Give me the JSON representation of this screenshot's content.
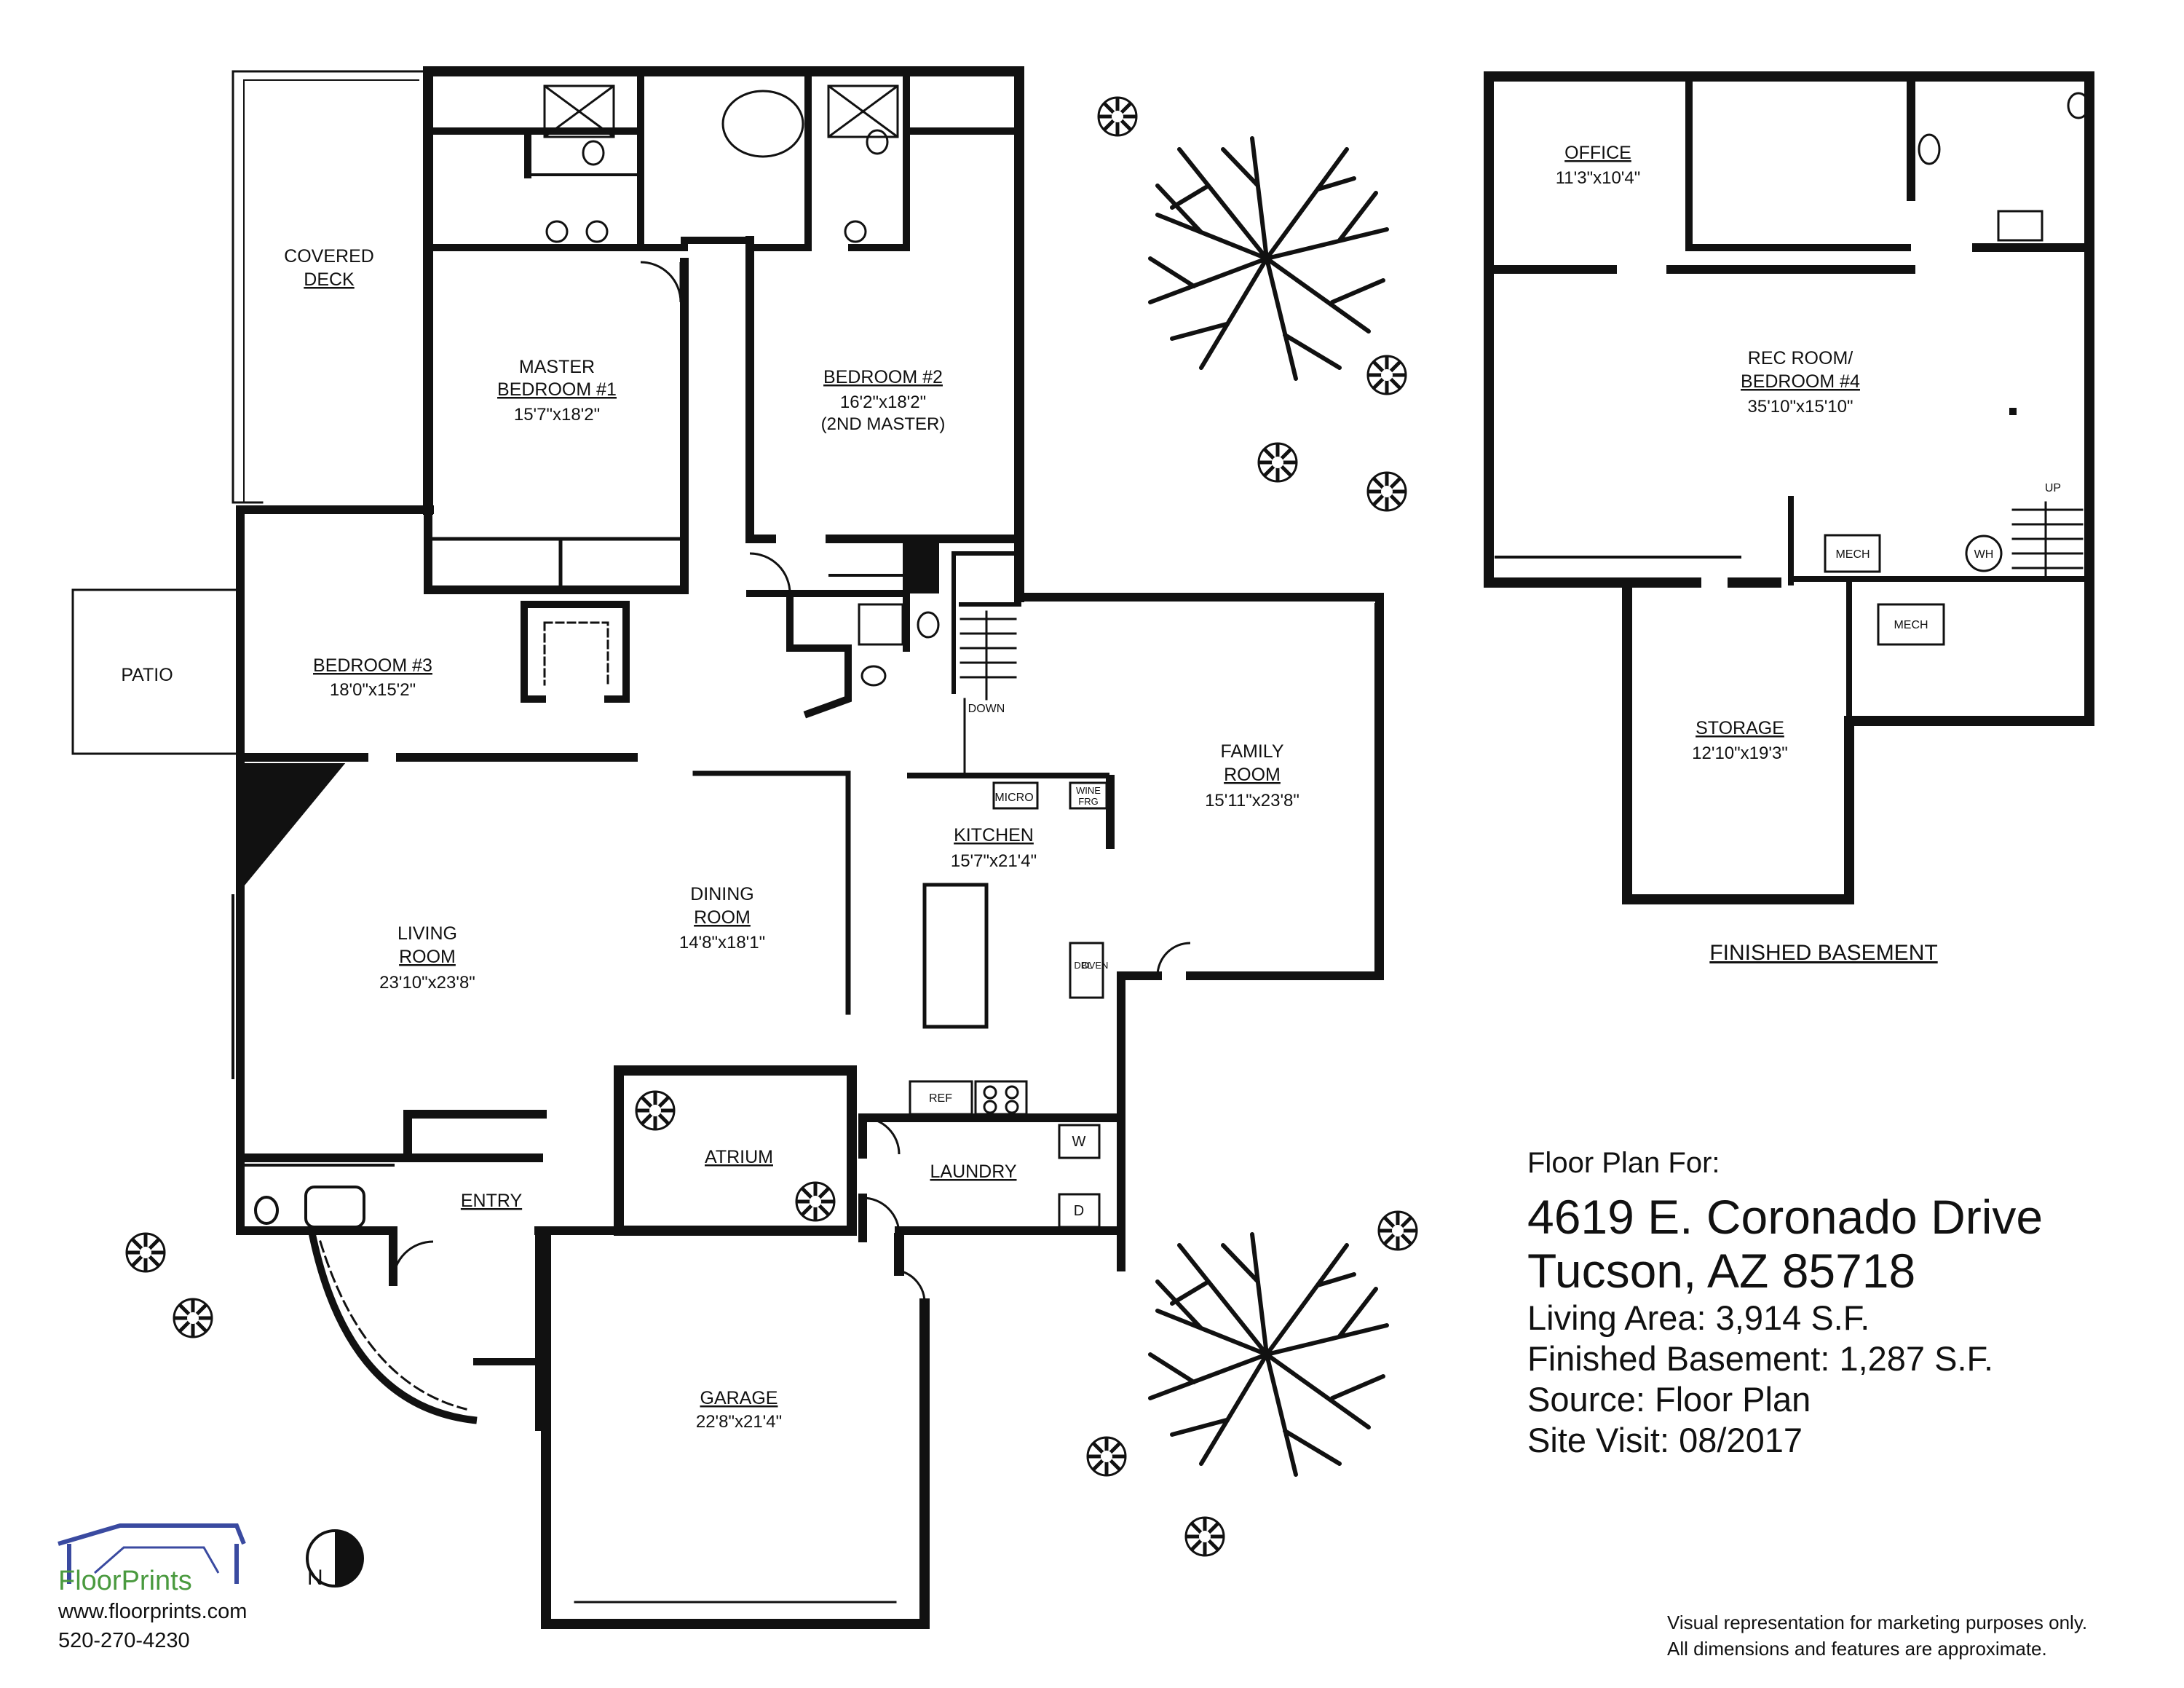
{
  "rooms": {
    "covered_deck": {
      "name1": "COVERED",
      "name2": "DECK"
    },
    "master": {
      "name1": "MASTER",
      "name2": "BEDROOM #1",
      "dims": "15'7\"x18'2\""
    },
    "bedroom2": {
      "name": "BEDROOM #2",
      "dims": "16'2\"x18'2\"",
      "note": "(2ND MASTER)"
    },
    "bedroom3": {
      "name": "BEDROOM #3",
      "dims": "18'0\"x15'2\""
    },
    "patio": {
      "name": "PATIO"
    },
    "living": {
      "name1": "LIVING",
      "name2": "ROOM",
      "dims": "23'10\"x23'8\""
    },
    "dining": {
      "name1": "DINING",
      "name2": "ROOM",
      "dims": "14'8\"x18'1\""
    },
    "kitchen": {
      "name": "KITCHEN",
      "dims": "15'7\"x21'4\""
    },
    "family": {
      "name1": "FAMILY",
      "name2": "ROOM",
      "dims": "15'11\"x23'8\""
    },
    "atrium": {
      "name": "ATRIUM"
    },
    "laundry": {
      "name": "LAUNDRY"
    },
    "entry": {
      "name": "ENTRY"
    },
    "garage": {
      "name": "GARAGE",
      "dims": "22'8\"x21'4\""
    },
    "office": {
      "name": "OFFICE",
      "dims": "11'3\"x10'4\""
    },
    "rec_room": {
      "name1": "REC ROOM/",
      "name2": "BEDROOM #4",
      "dims": "35'10\"x15'10\""
    },
    "storage": {
      "name": "STORAGE",
      "dims": "12'10\"x19'3\""
    }
  },
  "fixtures": {
    "down": "DOWN",
    "up": "UP",
    "micro": "MICRO",
    "wine1": "WINE",
    "wine2": "FRG",
    "dbl1": "DBL",
    "dbl2": "OVEN",
    "ref": "REF",
    "washer": "W",
    "dryer": "D",
    "mech": "MECH",
    "wh": "WH"
  },
  "basement_title": "FINISHED BASEMENT",
  "info": {
    "label": "Floor Plan For:",
    "address1": "4619 E. Coronado Drive",
    "address2": "Tucson, AZ  85718",
    "living_area": "Living Area:  3,914 S.F.",
    "finished_basement": "Finished Basement:  1,287 S.F.",
    "source": "Source:  Floor Plan",
    "site_visit": "Site Visit:  08/2017"
  },
  "disclaimer": {
    "line1": "Visual representation for marketing purposes only.",
    "line2": "All dimensions and features are approximate."
  },
  "brand": {
    "name": "FloorPrints",
    "url": "www.floorprints.com",
    "phone": "520-270-4230"
  },
  "compass": {
    "label": "N"
  },
  "colors": {
    "brand_green": "#4a9a3f",
    "brand_blue": "#3a4aa0",
    "wall": "#111111"
  }
}
